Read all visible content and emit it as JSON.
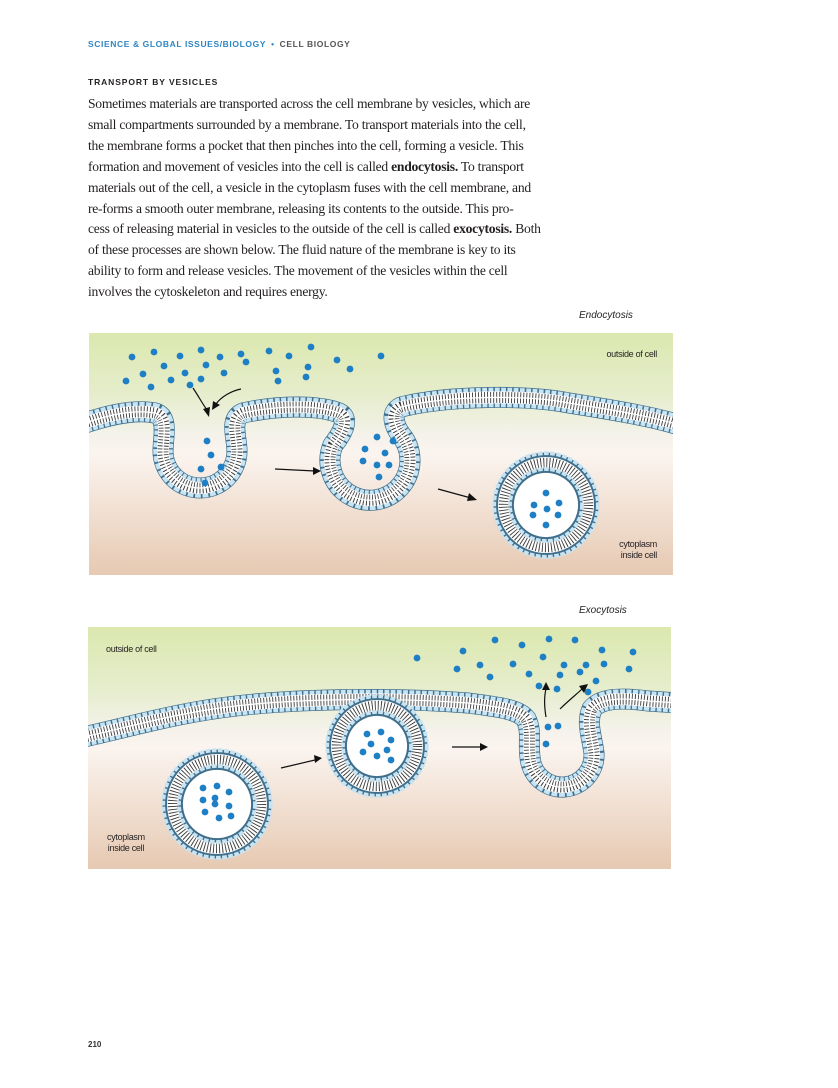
{
  "header": {
    "series": "SCIENCE & GLOBAL ISSUES/BIOLOGY",
    "bullet": "•",
    "chapter": "CELL BIOLOGY"
  },
  "section": {
    "title": "TRANSPORT BY VESICLES",
    "lines": [
      {
        "pre": "Sometimes materials are transported across the cell membrane by vesicles, which are",
        "term": "",
        "post": ""
      },
      {
        "pre": "small compartments surrounded by a membrane. To transport materials into the cell,",
        "term": "",
        "post": ""
      },
      {
        "pre": "the membrane forms a pocket that then pinches into the cell, forming a vesicle. This",
        "term": "",
        "post": ""
      },
      {
        "pre": "formation and movement of vesicles into the cell is called ",
        "term": "endocytosis.",
        "post": " To transport"
      },
      {
        "pre": "materials out of the cell, a vesicle in the cytoplasm fuses with the cell membrane, and",
        "term": "",
        "post": ""
      },
      {
        "pre": "re-forms a smooth outer membrane, releasing its contents to the outside. This pro-",
        "term": "",
        "post": ""
      },
      {
        "pre": "cess of releasing material in vesicles to the outside of the cell is called ",
        "term": "exocytosis.",
        "post": " Both"
      },
      {
        "pre": "of these processes are shown below. The fluid nature of the membrane is key to its",
        "term": "",
        "post": ""
      },
      {
        "pre": "ability to form and release vesicles. The movement of the vesicles within the cell",
        "term": "",
        "post": ""
      },
      {
        "pre": "involves the cytoskeleton and requires energy.",
        "term": "",
        "post": ""
      }
    ]
  },
  "endocytosis": {
    "title": "Endocytosis",
    "outside_label": "outside of cell",
    "cytoplasm_label": "cytoplasm",
    "inside_label": "inside cell"
  },
  "exocytosis": {
    "title": "Exocytosis",
    "outside_label": "outside of cell",
    "cytoplasm_label": "cytoplasm",
    "inside_label": "inside cell"
  },
  "colors": {
    "outside_green": "#dbe8ae",
    "cytoplasm_tan": "#e6c9b2",
    "lipid_head": "#c8e4f2",
    "lipid_outline": "#3f6f8c",
    "particle_blue": "#1e7fc5"
  },
  "icons": {
    "vesicle": "vesicle-icon",
    "particle": "particle-icon",
    "arrow": "arrow-icon"
  },
  "page_number": "210"
}
